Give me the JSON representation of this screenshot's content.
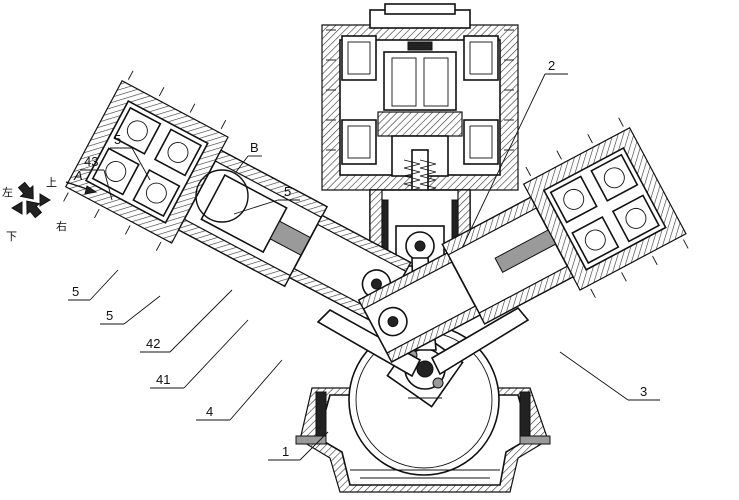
{
  "labels": {
    "l1": "1",
    "l2": "2",
    "l3": "3",
    "l4": "4",
    "l41": "41",
    "l42": "42",
    "l43": "43",
    "l5a": "5",
    "l5b": "5",
    "l5c": "5",
    "l5d": "5",
    "lB": "B",
    "lA": "A"
  },
  "direction_marks": {
    "up": "上",
    "down": "下",
    "left": "左",
    "right": "右"
  }
}
